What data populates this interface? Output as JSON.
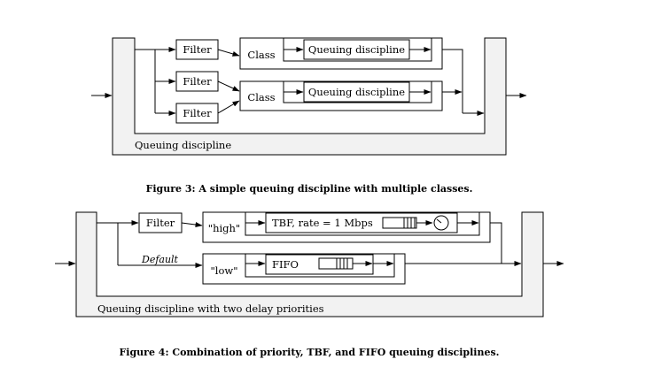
{
  "figure3": {
    "outer_label": "Queuing discipline",
    "filters": [
      "Filter",
      "Filter",
      "Filter"
    ],
    "classes": [
      {
        "label": "Class",
        "qdisc": "Queuing discipline"
      },
      {
        "label": "Class",
        "qdisc": "Queuing discipline"
      }
    ],
    "caption": "Figure 3: A simple queuing discipline with multiple classes."
  },
  "figure4": {
    "outer_label": "Queuing discipline with two delay priorities",
    "filter": "Filter",
    "default_label": "Default",
    "high_class": "\"high\"",
    "low_class": "\"low\"",
    "tbf_label": "TBF, rate = 1 Mbps",
    "fifo_label": "FIFO",
    "caption": "Figure 4: Combination of priority, TBF, and FIFO queuing disciplines."
  }
}
